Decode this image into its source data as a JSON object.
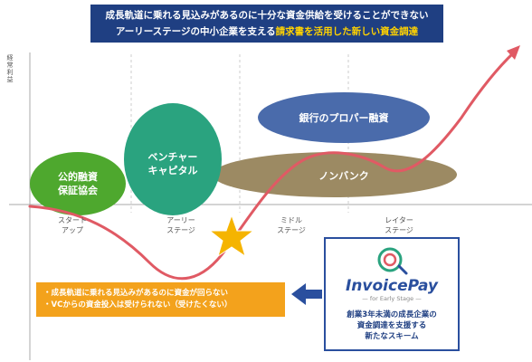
{
  "banner": {
    "line1": "成長軌道に乗れる見込みがあるのに十分な資金供給を受けることができない",
    "line2_a": "アーリーステージの中小企業を支える",
    "line2_b": "請求書を活用した新しい資金調達"
  },
  "axis": {
    "ylabel": "経常利益"
  },
  "ellipses": {
    "public": {
      "label_l1": "公的融資",
      "label_l2": "保証協会",
      "color": "#4ea82e"
    },
    "vc": {
      "label_l1": "ベンチャー",
      "label_l2": "キャピタル",
      "color": "#2aa37f"
    },
    "bank": {
      "label": "銀行のプロパー融資",
      "color": "#4a6bab"
    },
    "nonbank": {
      "label": "ノンバンク",
      "color": "#9c8a63"
    }
  },
  "stages": [
    {
      "l1": "スタート",
      "l2": "アップ"
    },
    {
      "l1": "アーリー",
      "l2": "ステージ"
    },
    {
      "l1": "ミドル",
      "l2": "ステージ"
    },
    {
      "l1": "レイター",
      "l2": "ステージ"
    }
  ],
  "problems": {
    "p1": "・成長軌道に乗れる見込みがあるのに資金が回らない",
    "p2": "・VCからの資金投入は受けられない（受けたくない）"
  },
  "invoicepay": {
    "name_a": "Invoice",
    "name_b": "Pay",
    "tagline": "— for Early Stage —",
    "desc_l1": "創業3年未満の成長企業の",
    "desc_l2": "資金調達を支援する",
    "desc_l3": "新たなスキーム"
  },
  "colors": {
    "banner_bg": "#1f3f82",
    "highlight": "#ffd200",
    "curve": "#e05a64",
    "star": "#f5b400",
    "problem_bg": "#f3a21c",
    "brand": "#2a4f9e"
  }
}
